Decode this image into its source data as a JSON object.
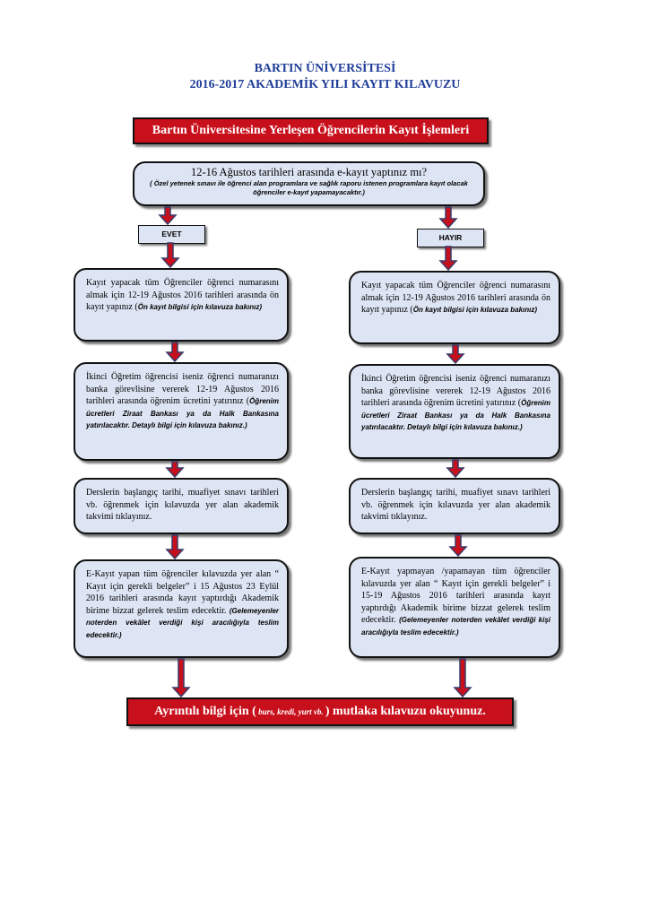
{
  "header": {
    "line1": "BARTIN ÜNİVERSİTESİ",
    "line2": "2016-2017 AKADEMİK YILI KAYIT KILAVUZU"
  },
  "banner_top": "Bartın Üniversitesine Yerleşen Öğrencilerin Kayıt İşlemleri",
  "question": {
    "main": "12-16 Ağustos tarihleri arasında e-kayıt yaptınız mı?",
    "note": "( Özel yetenek sınavı ile öğrenci alan programlara ve sağlık raporu istenen programlara kayıt olacak öğrenciler e-kayıt yapamayacaktır.)"
  },
  "labels": {
    "yes": "EVET",
    "no": "HAYIR"
  },
  "left": {
    "step1": {
      "text": "Kayıt yapacak tüm Öğrenciler öğrenci numarasını almak için 12-19 Ağustos 2016 tarihleri arasında ön kayıt yapınız (",
      "italic": "Ön kayıt bilgisi için kılavuza bakınız)"
    },
    "step2": {
      "text": "İkinci Öğretim öğrencisi iseniz öğrenci numaranızı banka görevlisine vererek 12-19 Ağustos 2016 tarihleri arasında öğrenim ücretini yatırınız (",
      "italic": "Öğrenim ücretleri Ziraat Bankası ya da Halk Bankasına yatırılacaktır. Detaylı bilgi için kılavuza bakınız.)"
    },
    "step3": {
      "text": "Derslerin başlangıç tarihi, muafiyet sınavı tarihleri vb. öğrenmek için kılavuzda yer alan akademik takvimi tıklayınız."
    },
    "step4": {
      "text": "E-Kayıt yapan tüm öğrenciler kılavuzda yer alan “ Kayıt için gerekli belgeler” i 15 Ağustos 23 Eylül 2016 tarihleri arasında kayıt yaptırdığı Akademik birime bizzat gelerek teslim edecektir.",
      "italic": "(Gelemeyenler noterden vekâlet verdiği kişi aracılığıyla teslim edecektir.)"
    }
  },
  "right": {
    "step1": {
      "text": "Kayıt yapacak tüm Öğrenciler öğrenci numarasını almak için 12-19 Ağustos 2016 tarihleri arasında ön kayıt yapınız (",
      "italic": "Ön kayıt bilgisi için kılavuza bakınız)"
    },
    "step2": {
      "text": "İkinci Öğretim öğrencisi iseniz öğrenci numaranızı banka görevlisine vererek 12-19 Ağustos 2016 tarihleri arasında öğrenim ücretini yatırınız (",
      "italic": "Öğrenim ücretleri Ziraat Bankası ya da Halk Bankasına yatırılacaktır. Detaylı bilgi için kılavuza bakınız.)"
    },
    "step3": {
      "text": "Derslerin başlangıç tarihi, muafiyet sınavı tarihleri vb. öğrenmek için kılavuzda yer alan akademik takvimi tıklayınız."
    },
    "step4": {
      "text": "E-Kayıt yapmayan /yapamayan tüm öğrenciler kılavuzda yer alan “ Kayıt için gerekli belgeler” i 15-19 Ağustos 2016 tarihleri arasında kayıt yaptırdığı Akademik birime bizzat gelerek teslim edecektir.",
      "italic": "(Gelemeyenler noterden vekâlet verdiği kişi aracılığıyla teslim edecektir.)"
    }
  },
  "banner_bottom": {
    "pre": "Ayrıntılı bilgi için (",
    "small": " burs, kredi, yurt vb. ",
    "post": ") mutlaka kılavuzu okuyunuz."
  },
  "colors": {
    "banner_red": "#c8101c",
    "box_fill": "#dde4f3",
    "arrow_red": "#c8101c",
    "title_blue": "#1f3d99"
  }
}
